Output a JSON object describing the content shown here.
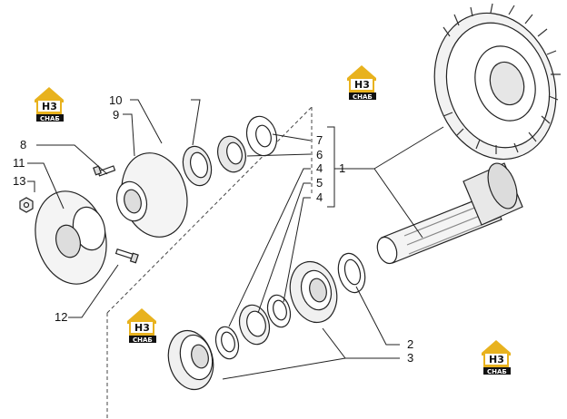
{
  "callouts": {
    "c1": "1",
    "c2": "2",
    "c3": "3",
    "c4a": "4",
    "c4b": "4",
    "c5": "5",
    "c6": "6",
    "c7": "7",
    "c8": "8",
    "c9": "9",
    "c10": "10",
    "c11": "11",
    "c12": "12",
    "c13": "13"
  },
  "logo": {
    "mark": "H3",
    "caption": "СНАБ"
  },
  "colors": {
    "logo_gold": "#e8b21e",
    "logo_black": "#111111",
    "line": "#222222"
  }
}
